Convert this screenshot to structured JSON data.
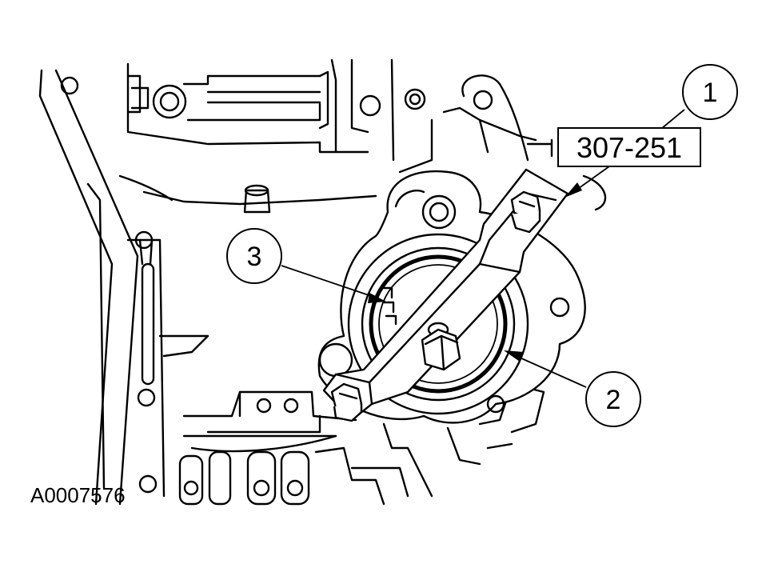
{
  "tool_label": "307-251",
  "callouts": [
    {
      "number": "1"
    },
    {
      "number": "2"
    },
    {
      "number": "3"
    }
  ],
  "figure_id": "A0007576"
}
